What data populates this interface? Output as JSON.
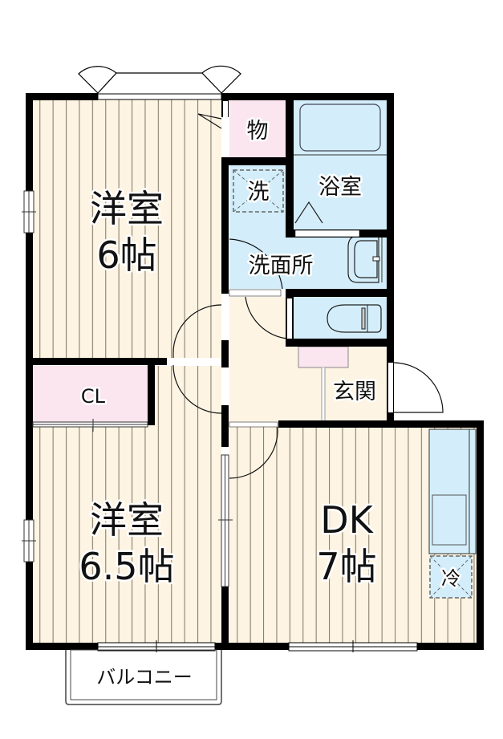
{
  "floor_plan": {
    "rooms": [
      {
        "id": "western-room-1",
        "name": "洋室",
        "size": "6帖"
      },
      {
        "id": "western-room-2",
        "name": "洋室",
        "size": "6.5帖"
      },
      {
        "id": "dining-kitchen",
        "name": "DK",
        "size": "7帖"
      },
      {
        "id": "storage",
        "name": "物"
      },
      {
        "id": "bathroom",
        "name": "浴室"
      },
      {
        "id": "washroom",
        "name": "洗面所"
      },
      {
        "id": "washer-space",
        "name": "洗"
      },
      {
        "id": "entrance",
        "name": "玄関"
      },
      {
        "id": "closet",
        "name": "CL"
      },
      {
        "id": "fridge-space",
        "name": "冷"
      },
      {
        "id": "balcony",
        "name": "バルコニー"
      }
    ],
    "colors": {
      "wall": "#000000",
      "floor_wood": "#fdf4e3",
      "floor_line": "#8a8070",
      "wet_area": "#d3eefa",
      "storage": "#fbe5ee",
      "outline": "#333333"
    }
  }
}
